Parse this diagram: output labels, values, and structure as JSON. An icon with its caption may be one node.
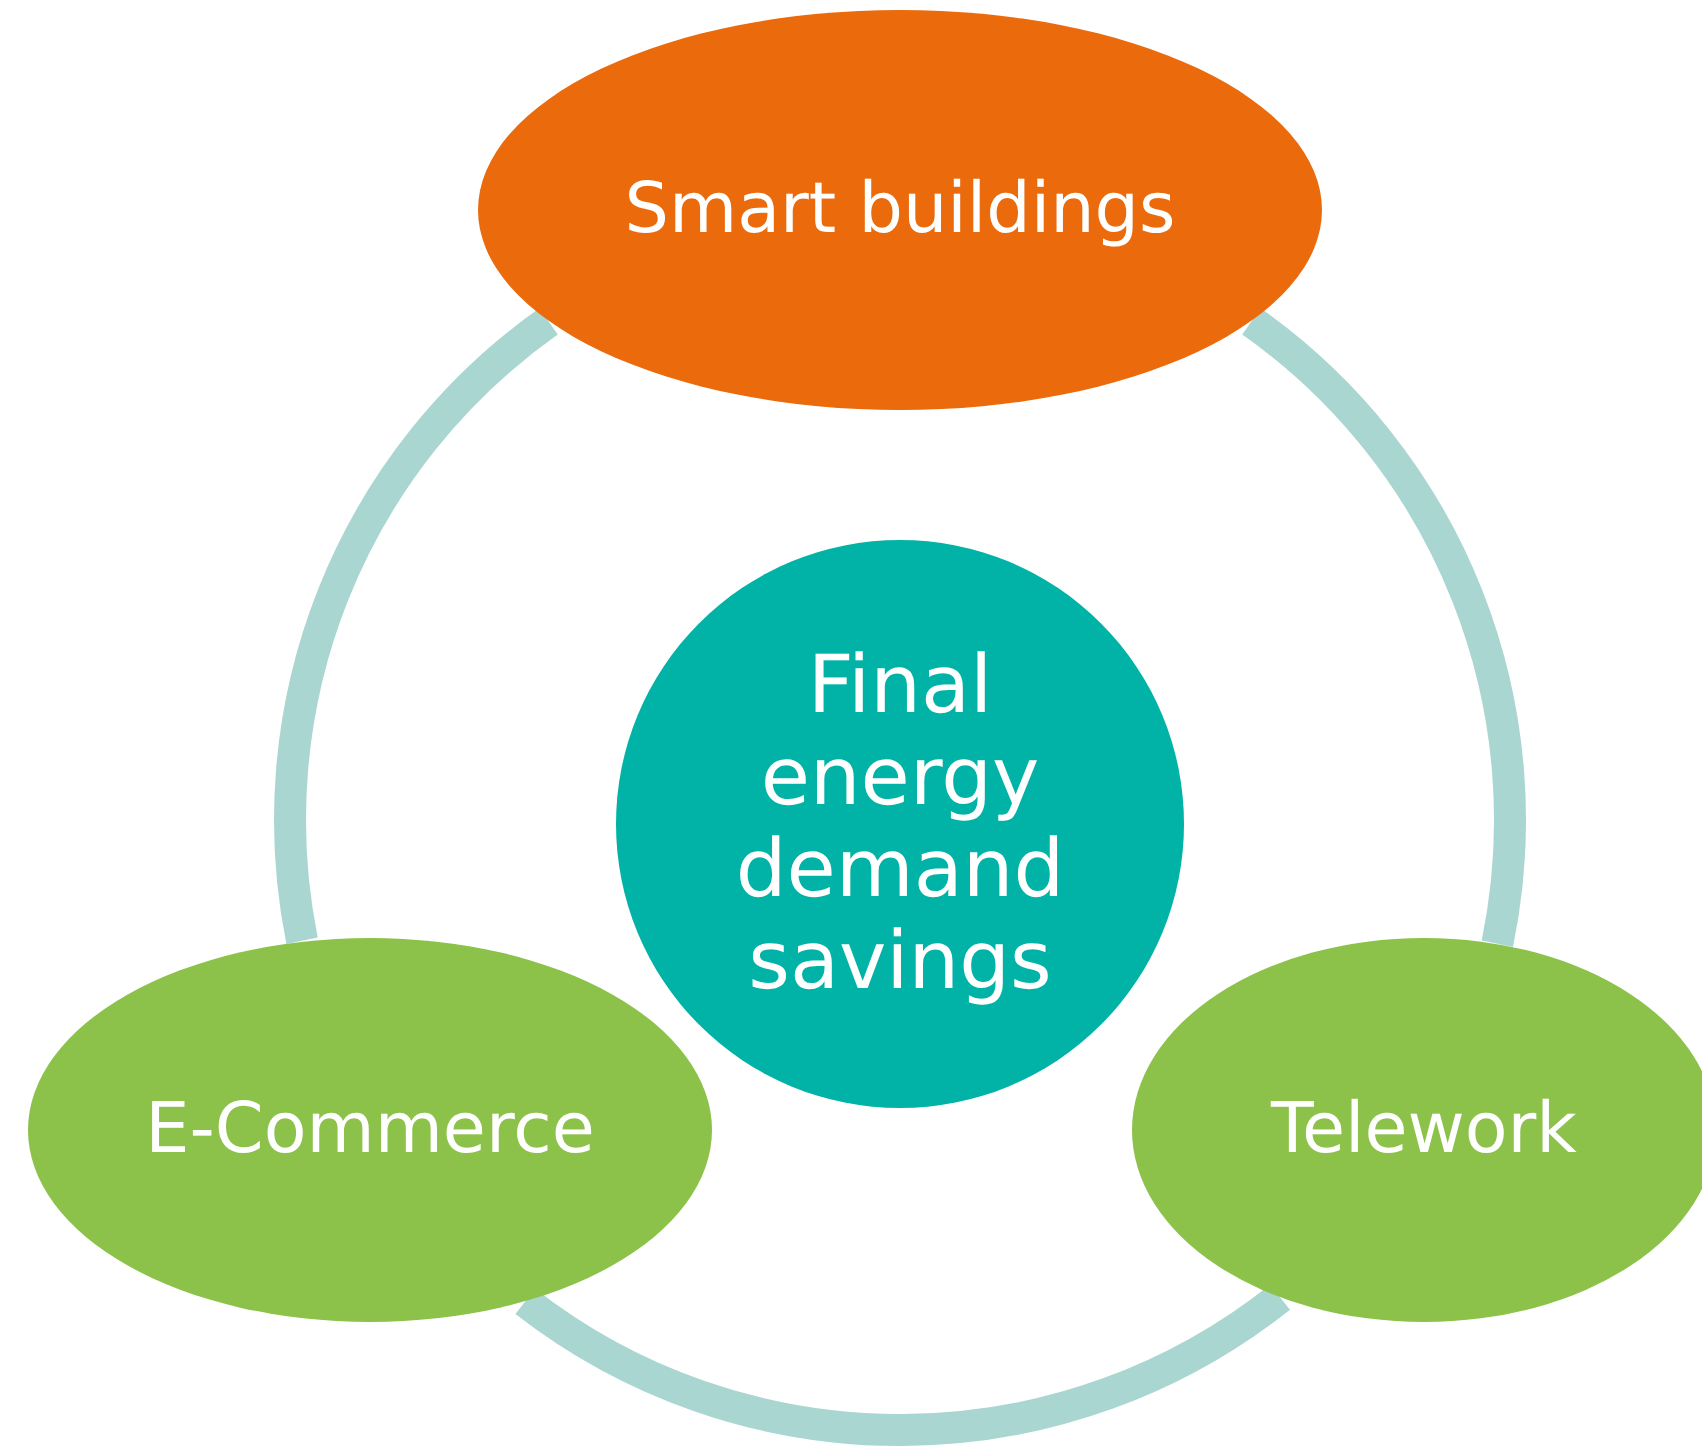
{
  "diagram": {
    "nodes": [
      {
        "text": [
          "Final energy demand savings"
        ]
      },
      {
        "text": [
          "Smart buildings"
        ]
      },
      {
        "text": [
          "Telework"
        ]
      },
      {
        "text": [
          "E-Commerce"
        ]
      }
    ],
    "edges": [
      {
        "from": 1,
        "to": 2,
        "arrow": "none"
      },
      {
        "from": 2,
        "to": 3,
        "arrow": "none"
      },
      {
        "from": 3,
        "to": 1,
        "arrow": "none"
      }
    ]
  }
}
